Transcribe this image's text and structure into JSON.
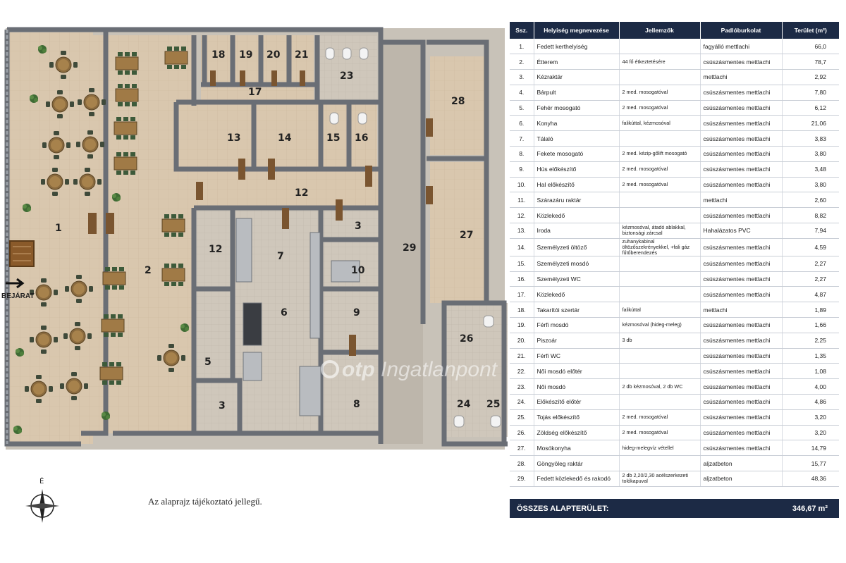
{
  "plan": {
    "rooms": [
      {
        "no": "1"
      },
      {
        "no": "2"
      },
      {
        "no": "3"
      },
      {
        "no": "3"
      },
      {
        "no": "5"
      },
      {
        "no": "6"
      },
      {
        "no": "7"
      },
      {
        "no": "8"
      },
      {
        "no": "9"
      },
      {
        "no": "10"
      },
      {
        "no": "12"
      },
      {
        "no": "12"
      },
      {
        "no": "13"
      },
      {
        "no": "14"
      },
      {
        "no": "15"
      },
      {
        "no": "16"
      },
      {
        "no": "17"
      },
      {
        "no": "18"
      },
      {
        "no": "19"
      },
      {
        "no": "20"
      },
      {
        "no": "21"
      },
      {
        "no": "23"
      },
      {
        "no": "24"
      },
      {
        "no": "25"
      },
      {
        "no": "26"
      },
      {
        "no": "27"
      },
      {
        "no": "28"
      },
      {
        "no": "29"
      }
    ],
    "entrance_label": "BEJÁRAT",
    "compass_label": "É",
    "disclaimer": "Az alaprajz tájékoztató jellegű.",
    "watermark_brand": "otp",
    "watermark_suffix": "Ingatlanpont",
    "colors": {
      "floor": "#d8c6ad",
      "wall": "#6f737a",
      "wall_dark": "#4a4f57",
      "header": "#1c2a45"
    }
  },
  "table": {
    "headers": {
      "no": "Ssz.",
      "name": "Helyiség megnevezése",
      "features": "Jellemzők",
      "floor": "Padlóburkolat",
      "area": "Terület (m²)"
    },
    "rows": [
      {
        "no": "1.",
        "name": "Fedett kerthelyiség",
        "features": "",
        "floor": "fagyálló mettlachi",
        "area": "66,0"
      },
      {
        "no": "2.",
        "name": "Étterem",
        "features": "44 fő étkeztetésére",
        "floor": "csúszásmentes mettlachi",
        "area": "78,7"
      },
      {
        "no": "3.",
        "name": "Kézraktár",
        "features": "",
        "floor": "mettlachi",
        "area": "2,92"
      },
      {
        "no": "4.",
        "name": "Bárpult",
        "features": "2 med. mosogatóval",
        "floor": "csúszásmentes mettlachi",
        "area": "7,80"
      },
      {
        "no": "5.",
        "name": "Fehér mosogató",
        "features": "2 med. mosogatóval",
        "floor": "csúszásmentes mettlachi",
        "area": "6,12"
      },
      {
        "no": "6.",
        "name": "Konyha",
        "features": "falikúttal, kézmosóval",
        "floor": "csúszásmentes mettlachi",
        "area": "21,06"
      },
      {
        "no": "7.",
        "name": "Tálaló",
        "features": "",
        "floor": "csúszásmentes mettlachi",
        "area": "3,83"
      },
      {
        "no": "8.",
        "name": "Fekete mosogató",
        "features": "2 med. kézip-gőlift mosogató",
        "floor": "csúszásmentes mettlachi",
        "area": "3,80"
      },
      {
        "no": "9.",
        "name": "Hús előkészítő",
        "features": "2 med. mosogatóval",
        "floor": "csúszásmentes mettlachi",
        "area": "3,48"
      },
      {
        "no": "10.",
        "name": "Hal előkészítő",
        "features": "2 med. mosogatóval",
        "floor": "csúszásmentes mettlachi",
        "area": "3,80"
      },
      {
        "no": "11.",
        "name": "Szárazáru raktár",
        "features": "",
        "floor": "mettlachi",
        "area": "2,60"
      },
      {
        "no": "12.",
        "name": "Közlekedő",
        "features": "",
        "floor": "csúszásmentes mettlachi",
        "area": "8,82"
      },
      {
        "no": "13.",
        "name": "Iroda",
        "features": "kézmosóval, átadó ablakkal, biztonsági zárcsal",
        "floor": "Hahalázatos PVC",
        "area": "7,94"
      },
      {
        "no": "14.",
        "name": "Személyzeti öltöző",
        "features": "zuhanykabinal öltözőszekrényekkel, +fali gáz fűtőberendezés",
        "floor": "csúszásmentes mettlachi",
        "area": "4,59"
      },
      {
        "no": "15.",
        "name": "Személyzeti mosdó",
        "features": "",
        "floor": "csúszásmentes mettlachi",
        "area": "2,27"
      },
      {
        "no": "16.",
        "name": "Személyzeti WC",
        "features": "",
        "floor": "csúszásmentes mettlachi",
        "area": "2,27"
      },
      {
        "no": "17.",
        "name": "Közlekedő",
        "features": "",
        "floor": "csúszásmentes mettlachi",
        "area": "4,87"
      },
      {
        "no": "18.",
        "name": "Takarítói szertár",
        "features": "falikúttal",
        "floor": "mettlachi",
        "area": "1,89"
      },
      {
        "no": "19.",
        "name": "Férfi mosdó",
        "features": "kézmosóval (hideg-meleg)",
        "floor": "csúszásmentes mettlachi",
        "area": "1,66"
      },
      {
        "no": "20.",
        "name": "Piszoár",
        "features": "3 db",
        "floor": "csúszásmentes mettlachi",
        "area": "2,25"
      },
      {
        "no": "21.",
        "name": "Férfi WC",
        "features": "",
        "floor": "csúszásmentes mettlachi",
        "area": "1,35"
      },
      {
        "no": "22.",
        "name": "Női mosdó előtér",
        "features": "",
        "floor": "csúszásmentes mettlachi",
        "area": "1,08"
      },
      {
        "no": "23.",
        "name": "Női mosdó",
        "features": "2 db kézmosóval, 2 db WC",
        "floor": "csúszásmentes mettlachi",
        "area": "4,00"
      },
      {
        "no": "24.",
        "name": "Előkészítő előtér",
        "features": "",
        "floor": "csúszásmentes mettlachi",
        "area": "4,86"
      },
      {
        "no": "25.",
        "name": "Tojás előkészítő",
        "features": "2 med. mosogatóval",
        "floor": "csúszásmentes mettlachi",
        "area": "3,20"
      },
      {
        "no": "26.",
        "name": "Zöldség előkészítő",
        "features": "2 med. mosogatóval",
        "floor": "csúszásmentes mettlachi",
        "area": "3,20"
      },
      {
        "no": "27.",
        "name": "Mosókonyha",
        "features": "hideg-melegvíz vétellel",
        "floor": "csúszásmentes mettlachi",
        "area": "14,79"
      },
      {
        "no": "28.",
        "name": "Göngyöleg raktár",
        "features": "",
        "floor": "aljzatbeton",
        "area": "15,77"
      },
      {
        "no": "29.",
        "name": "Fedett közlekedő és rakodó",
        "features": "2 db 2,20/2,30 acélszerkezeti tolókapuval",
        "floor": "aljzatbeton",
        "area": "48,36"
      }
    ],
    "total_label": "ÖSSZES ALAPTERÜLET:",
    "total_value": "346,67 m²"
  }
}
